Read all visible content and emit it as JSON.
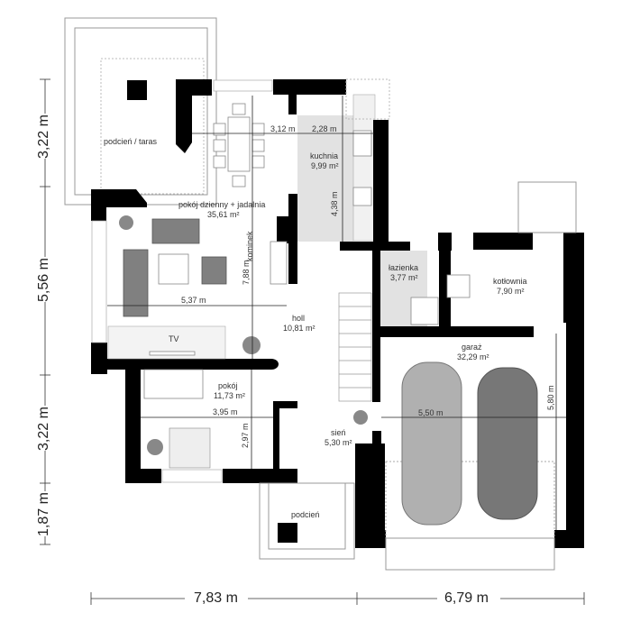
{
  "plan": {
    "rooms": [
      {
        "id": "taras",
        "name": "podcień / taras",
        "area": ""
      },
      {
        "id": "living",
        "name": "pokój dzienny + jadalnia",
        "area": "35,61 m²"
      },
      {
        "id": "kitchen",
        "name": "kuchnia",
        "area": "9,99 m²"
      },
      {
        "id": "bath",
        "name": "łazienka",
        "area": "3,77 m²"
      },
      {
        "id": "boiler",
        "name": "kotłownia",
        "area": "7,90 m²"
      },
      {
        "id": "hall",
        "name": "holl",
        "area": "10,81 m²"
      },
      {
        "id": "room",
        "name": "pokój",
        "area": "11,73 m²"
      },
      {
        "id": "garage",
        "name": "garaż",
        "area": "32,29 m²"
      },
      {
        "id": "vestibule",
        "name": "sień",
        "area": "5,30 m²"
      },
      {
        "id": "porch",
        "name": "podcień",
        "area": ""
      }
    ],
    "labels": {
      "tv": "TV",
      "fireplace": "kominek"
    },
    "inner_dims": {
      "living_width_top": "3,12 m",
      "kitchen_width": "2,28 m",
      "kitchen_depth": "4,38 m",
      "living_width": "5,37 m",
      "living_depth": "7,88 m",
      "room_width": "3,95 m",
      "room_depth": "2,97 m",
      "garage_width": "5,50 m",
      "garage_depth": "5,80 m"
    },
    "outer_dims": {
      "left": [
        "3,22 m",
        "5,56 m",
        "3,22 m",
        "1,87 m"
      ],
      "bottom": [
        "7,83 m",
        "6,79 m"
      ]
    }
  }
}
